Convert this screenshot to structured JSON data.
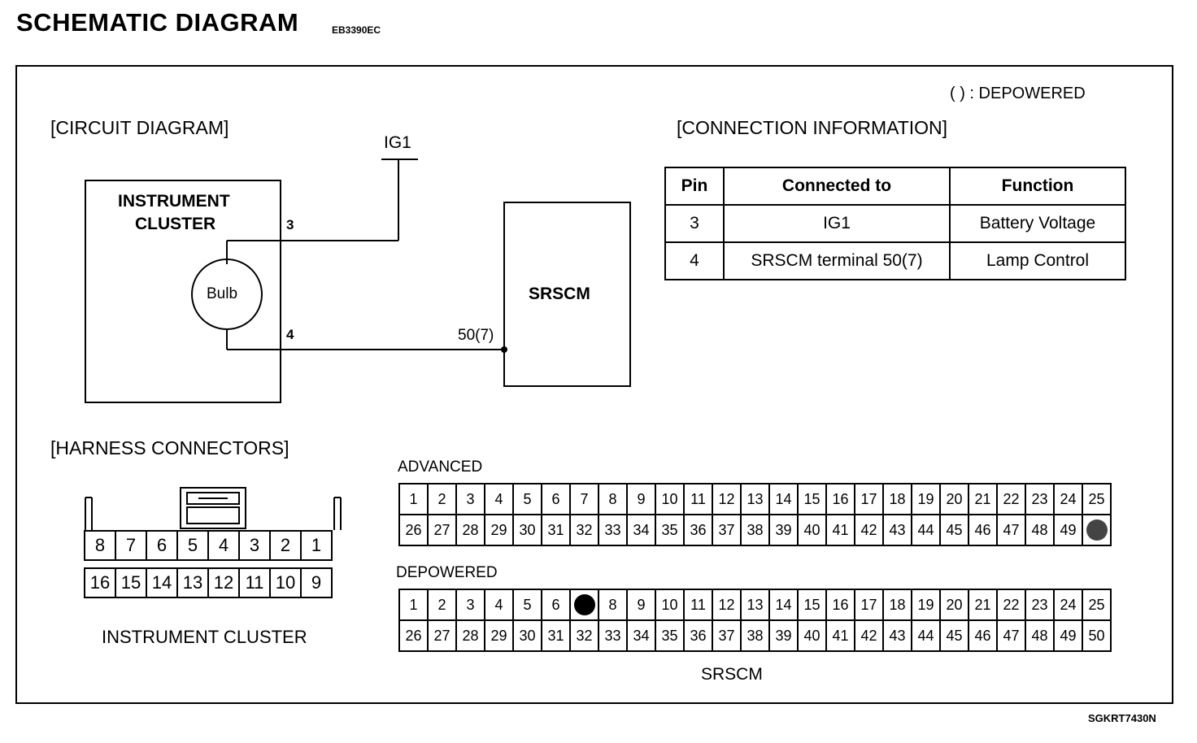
{
  "header": {
    "title": "SCHEMATIC DIAGRAM",
    "code": "EB3390EC"
  },
  "legend": "(     ) : DEPOWERED",
  "circuit": {
    "heading": "[CIRCUIT DIAGRAM]",
    "ig1": "IG1",
    "cluster_line1": "INSTRUMENT",
    "cluster_line2": "CLUSTER",
    "bulb": "Bulb",
    "pin3": "3",
    "pin4": "4",
    "srscm": "SRSCM",
    "srscm_pin": "50(7)"
  },
  "connection": {
    "heading": "[CONNECTION INFORMATION]",
    "headers": [
      "Pin",
      "Connected to",
      "Function"
    ],
    "rows": [
      [
        "3",
        "IG1",
        "Battery Voltage"
      ],
      [
        "4",
        "SRSCM terminal 50(7)",
        "Lamp Control"
      ]
    ]
  },
  "harness": {
    "heading": "[HARNESS CONNECTORS]",
    "cluster_top": [
      "8",
      "7",
      "6",
      "5",
      "4",
      "3",
      "2",
      "1"
    ],
    "cluster_bottom": [
      "16",
      "15",
      "14",
      "13",
      "12",
      "11",
      "10",
      "9"
    ],
    "cluster_label": "INSTRUMENT CLUSTER",
    "advanced_label": "ADVANCED",
    "advanced_row1": [
      "1",
      "2",
      "3",
      "4",
      "5",
      "6",
      "7",
      "8",
      "9",
      "10",
      "11",
      "12",
      "13",
      "14",
      "15",
      "16",
      "17",
      "18",
      "19",
      "20",
      "21",
      "22",
      "23",
      "24",
      "25"
    ],
    "advanced_row2": [
      "26",
      "27",
      "28",
      "29",
      "30",
      "31",
      "32",
      "33",
      "34",
      "35",
      "36",
      "37",
      "38",
      "39",
      "40",
      "41",
      "42",
      "43",
      "44",
      "45",
      "46",
      "47",
      "48",
      "49",
      ""
    ],
    "depowered_label": "DEPOWERED",
    "depowered_row1": [
      "1",
      "2",
      "3",
      "4",
      "5",
      "6",
      "",
      "8",
      "9",
      "10",
      "11",
      "12",
      "13",
      "14",
      "15",
      "16",
      "17",
      "18",
      "19",
      "20",
      "21",
      "22",
      "23",
      "24",
      "25"
    ],
    "depowered_row2": [
      "26",
      "27",
      "28",
      "29",
      "30",
      "31",
      "32",
      "33",
      "34",
      "35",
      "36",
      "37",
      "38",
      "39",
      "40",
      "41",
      "42",
      "43",
      "44",
      "45",
      "46",
      "47",
      "48",
      "49",
      "50"
    ],
    "srscm_label": "SRSCM"
  },
  "figure_code": "SGKRT7430N"
}
